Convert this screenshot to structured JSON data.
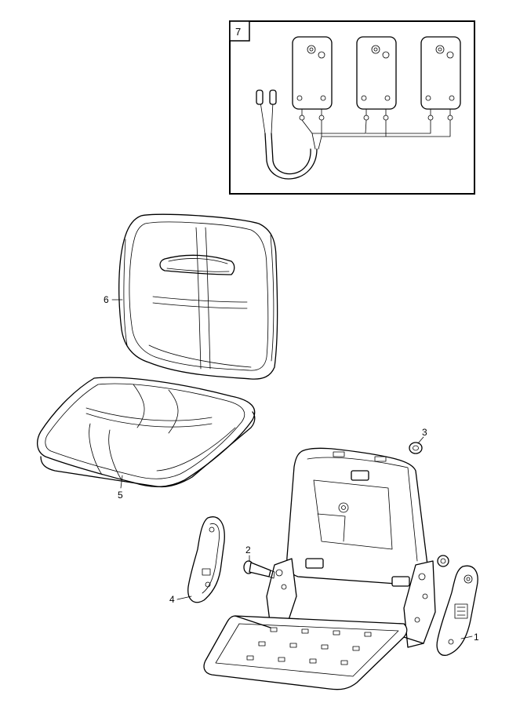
{
  "inset": {
    "label": "7"
  },
  "callouts": [
    {
      "id": "1",
      "text": "1"
    },
    {
      "id": "2",
      "text": "2"
    },
    {
      "id": "3",
      "text": "3"
    },
    {
      "id": "4",
      "text": "4"
    },
    {
      "id": "5",
      "text": "5"
    },
    {
      "id": "6",
      "text": "6"
    }
  ]
}
